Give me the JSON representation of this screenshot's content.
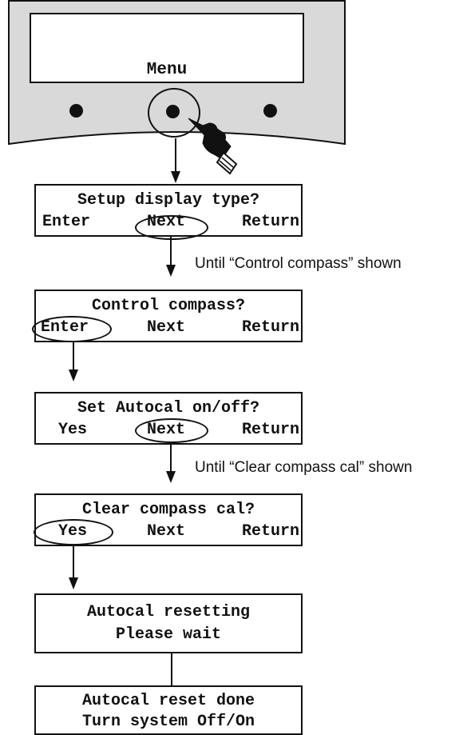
{
  "device": {
    "screen_text": "Menu",
    "colors": {
      "panel": "#d9d9d9",
      "outline": "#111111",
      "screen": "#ffffff"
    },
    "pointer_icon": "pointing-hand-icon"
  },
  "steps": [
    {
      "line1": "Setup display type?",
      "options": [
        "Enter",
        "Next",
        "Return"
      ],
      "circled": "Next"
    },
    {
      "line1": "Control compass?",
      "options": [
        "Enter",
        "Next",
        "Return"
      ],
      "circled": "Enter"
    },
    {
      "line1": "Set Autocal on/off?",
      "options": [
        "Yes",
        "Next",
        "Return"
      ],
      "circled": "Next"
    },
    {
      "line1": "Clear compass cal?",
      "options": [
        "Yes",
        "Next",
        "Return"
      ],
      "circled": "Yes"
    },
    {
      "line1": "Autocal resetting",
      "line2": "Please wait"
    },
    {
      "line1": "Autocal reset done",
      "line2": "Turn system Off/On"
    }
  ],
  "notes": {
    "after_step1": "Until “Control compass” shown",
    "after_step3": "Until “Clear compass cal” shown"
  }
}
